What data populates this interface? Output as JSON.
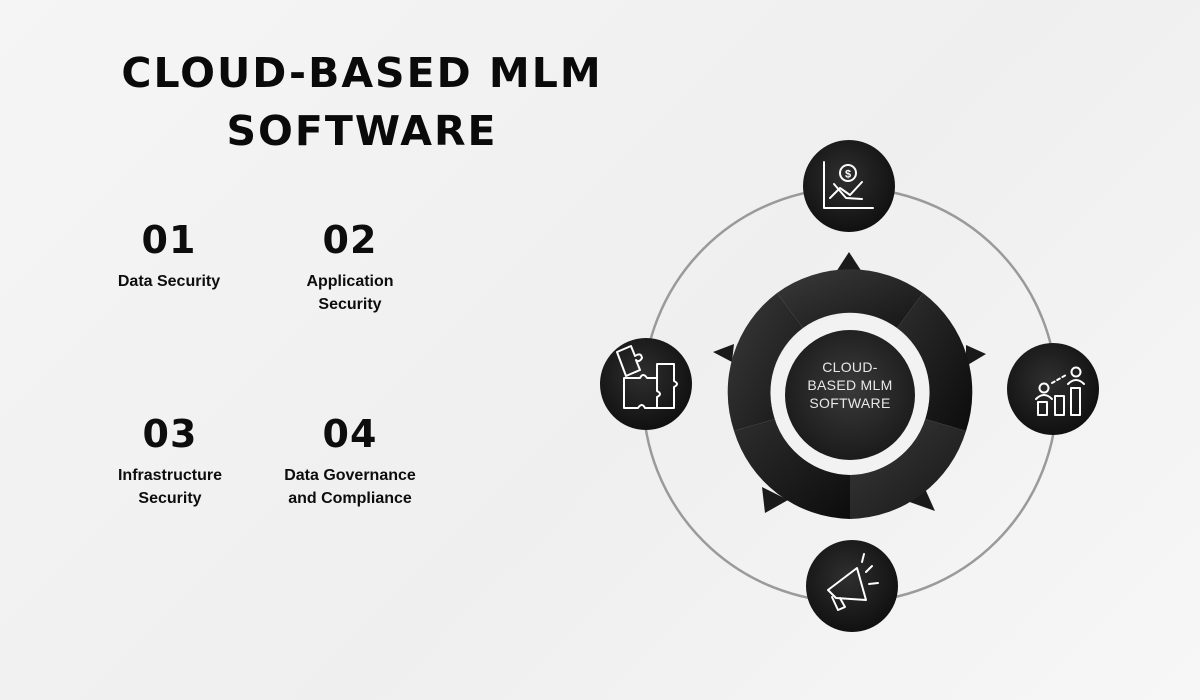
{
  "title": {
    "line1": "CLOUD-BASED MLM",
    "line2": "SOFTWARE"
  },
  "items": [
    {
      "number": "01",
      "label_line1": "Data Security",
      "label_line2": ""
    },
    {
      "number": "02",
      "label_line1": "Application",
      "label_line2": "Security"
    },
    {
      "number": "03",
      "label_line1": "Infrastructure",
      "label_line2": "Security"
    },
    {
      "number": "04",
      "label_line1": "Data Governance",
      "label_line2": "and Compliance"
    }
  ],
  "hub": {
    "line1": "CLOUD-",
    "line2": "BASED MLM",
    "line3": "SOFTWARE"
  },
  "icons": [
    "finance-chart-icon",
    "growth-chart-icon",
    "megaphone-icon",
    "puzzle-icon"
  ],
  "colors": {
    "background": "#f2f2f2",
    "text": "#0a0a0a",
    "node_fill": "#1a1a1a",
    "ring_stroke": "#9a9a9a",
    "icon_stroke": "#ffffff"
  }
}
